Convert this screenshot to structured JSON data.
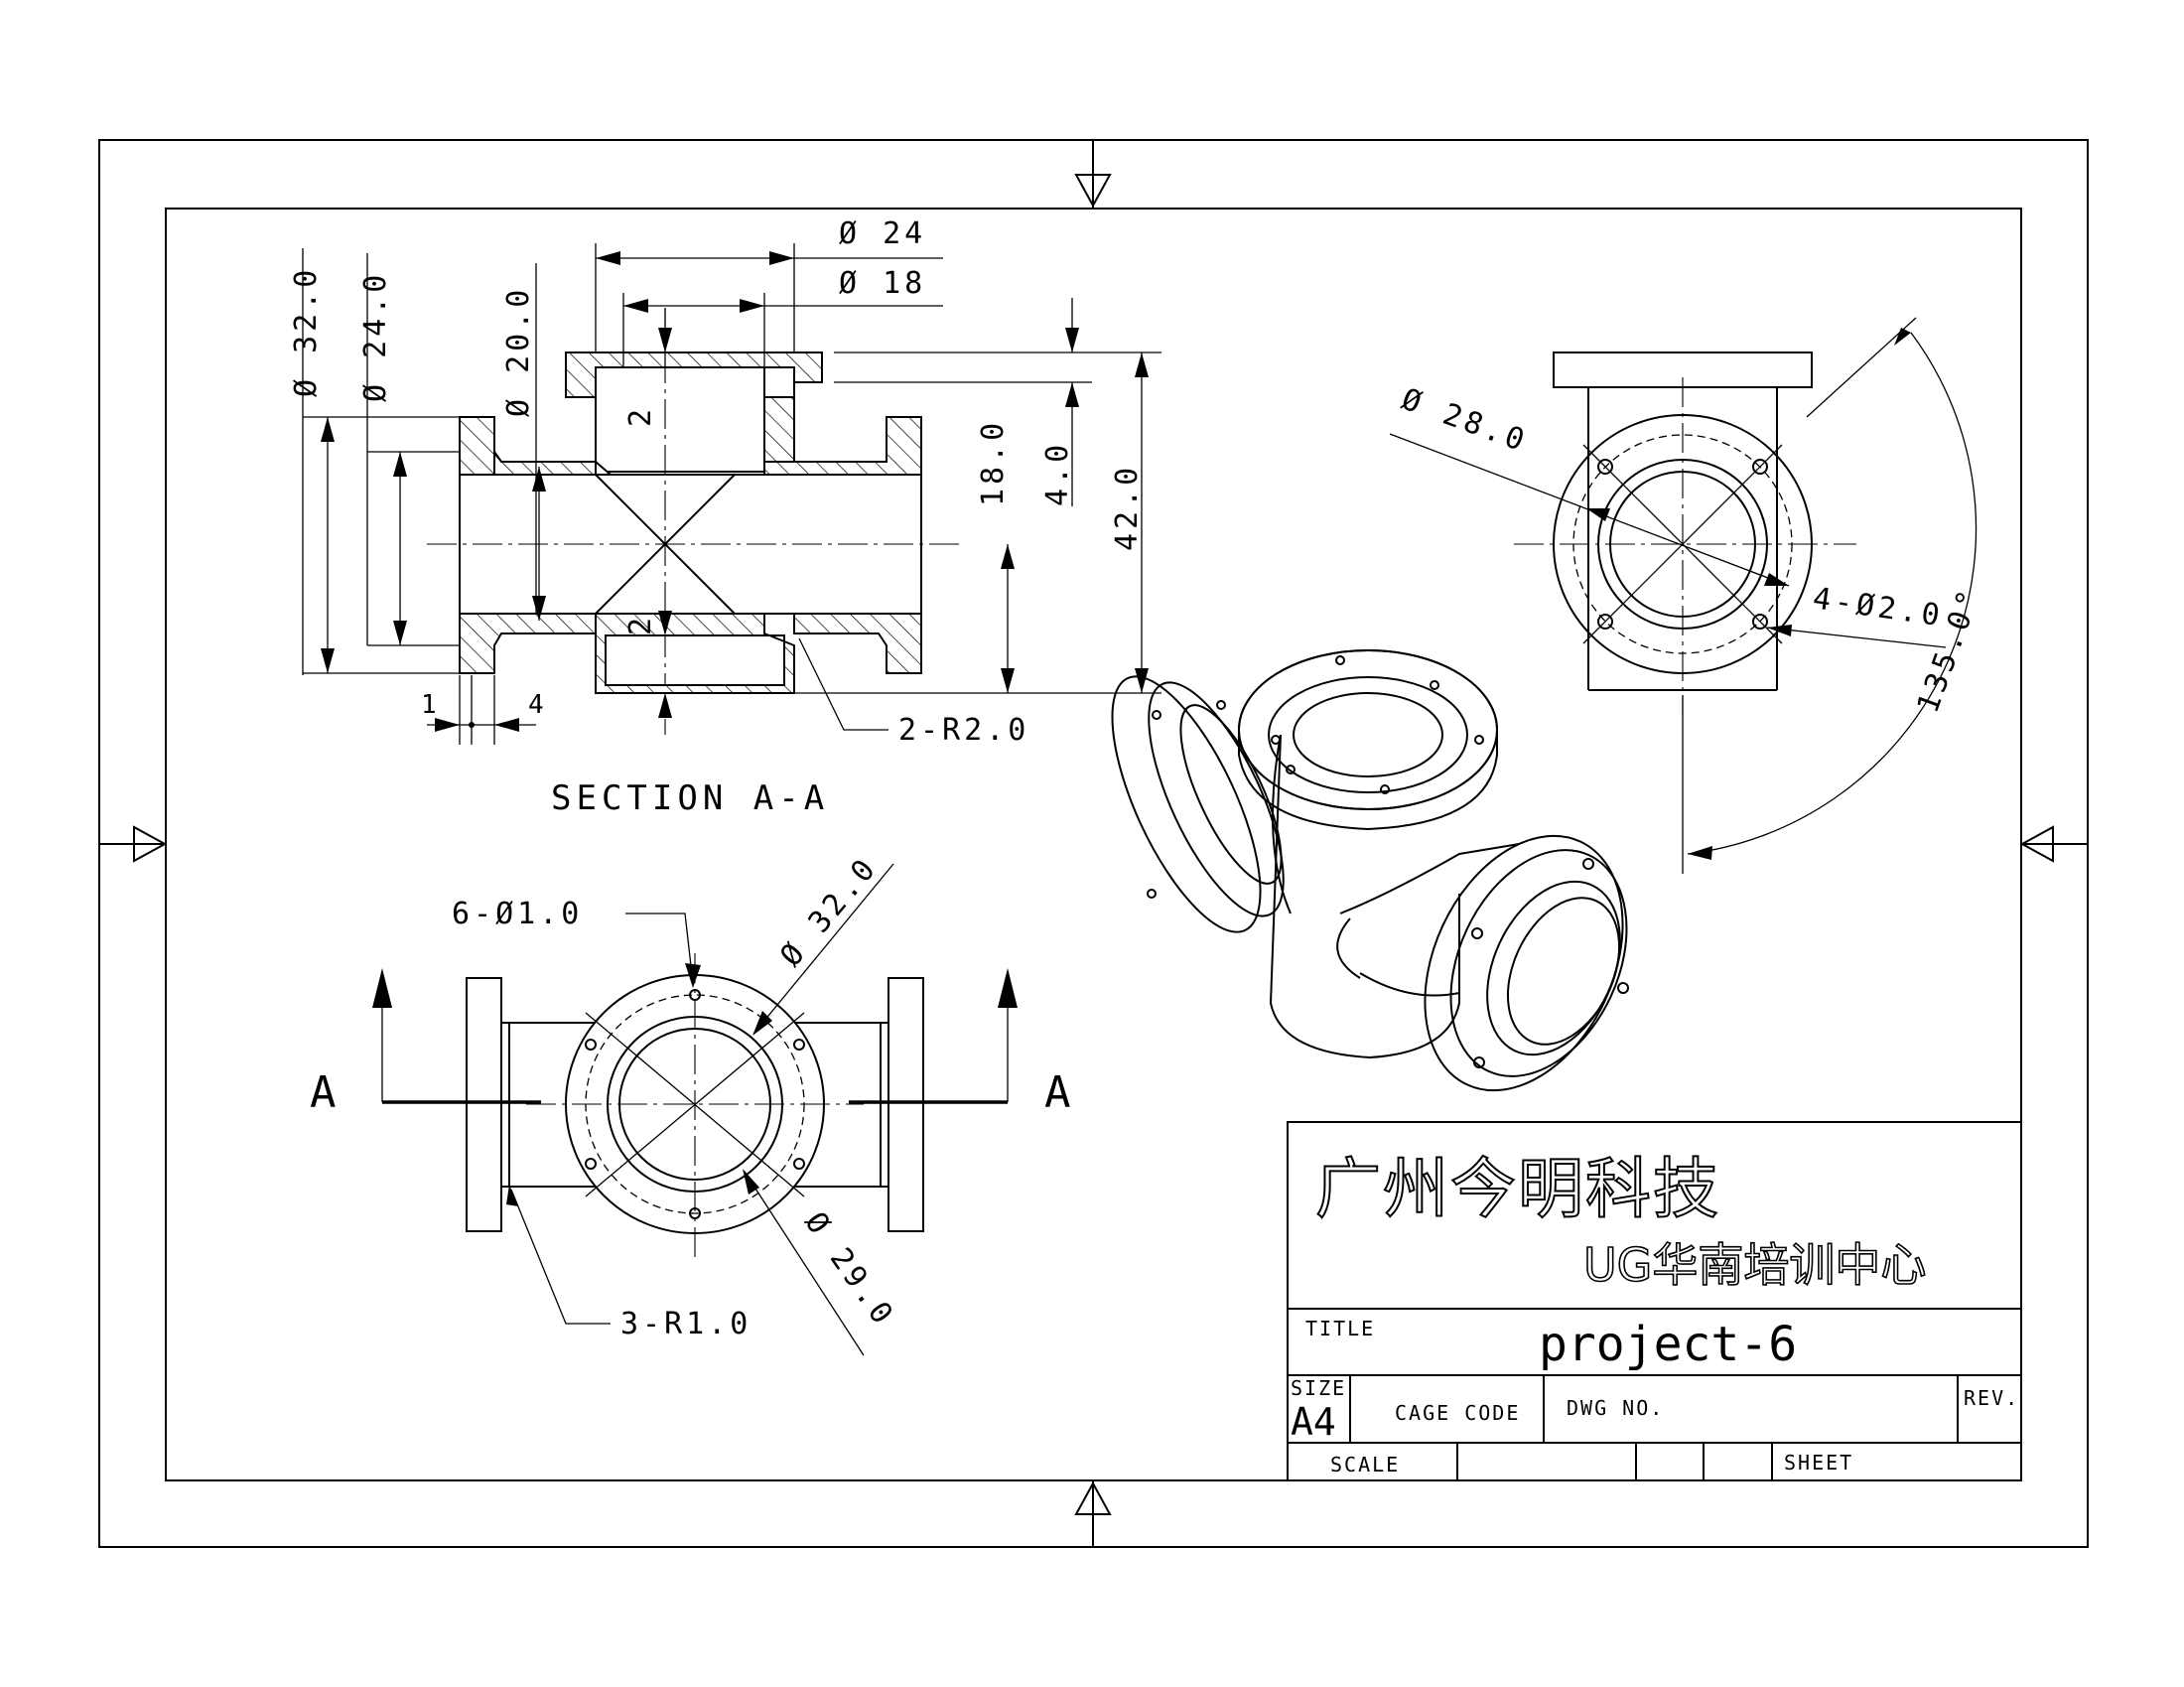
{
  "drawing": {
    "section_label": "SECTION A-A",
    "section_marker": "A",
    "section_view_dims": {
      "dia_32": "Ø 32.0",
      "dia_24": "Ø 24.0",
      "dia_20": "Ø 20.0",
      "top_dia_24": "Ø 24",
      "top_dia_18": "Ø 18",
      "wall_top": "2",
      "wall_bottom": "2",
      "height_18": "18.0",
      "height_4": "4.0",
      "height_42": "42.0",
      "flange_1": "1",
      "flange_4": "4",
      "fillet": "2-R2.0"
    },
    "front_view_dims": {
      "holes": "6-Ø1.0",
      "dia_32": "Ø 32.0",
      "dia_29": "Ø 29.0",
      "fillet": "3-R1.0"
    },
    "side_view_dims": {
      "dia_28": "Ø 28.0",
      "holes": "4-Ø2.0",
      "angle": "135.0°"
    }
  },
  "title_block": {
    "company": "广州今明科技",
    "subtitle": "UG华南培训中心",
    "title_label": "TITLE",
    "title_value": "project-6",
    "size_label": "SIZE",
    "size_value": "A4",
    "cage_code_label": "CAGE CODE",
    "dwg_no_label": "DWG NO.",
    "rev_label": "REV.",
    "scale_label": "SCALE",
    "sheet_label": "SHEET"
  }
}
